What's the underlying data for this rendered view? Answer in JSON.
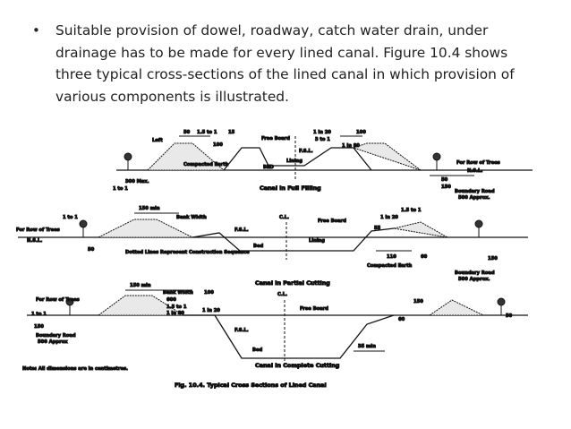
{
  "slide": {
    "bullet_symbol": "•",
    "bullet_text": "Suitable provision of dowel, roadway, catch water drain, under drainage has to be made for every lined canal. Figure 10.4 shows three typical cross-sections of the lined canal in which provision of various components is illustrated."
  },
  "figure": {
    "caption": "Fig. 10.4. Typical Cross Sections of Lined Canal",
    "note": "Note: All dimensions are in centimetres.",
    "section1": {
      "title": "Canal in Full Filling",
      "labels": {
        "left": "Left",
        "dim_50": "50",
        "dim_1_5to1": "1.5 to 1",
        "dim_15": "15",
        "dim_100": "100",
        "free_board": "Free Board",
        "dim_1in20": "1 in 20",
        "dim_3to1": "3 to 1",
        "dim_1in80": "1 in 80",
        "dim_100b": "100",
        "fsl": "F.S.L.",
        "lining": "Lining",
        "compacted_earth": "Compacted Earth",
        "bed": "BED",
        "dim_300max": "300 Max.",
        "dim_1to1": "1 to 1",
        "nsl": "N.S.L.",
        "for_row_of_trees": "For Row of Trees",
        "dim_50b": "50",
        "dim_150": "150",
        "boundary_road": "Boundary Road",
        "dim_500": "500 Approx."
      }
    },
    "section2": {
      "title": "Canal in Partial Cutting",
      "labels": {
        "dim_1to1": "1 to 1",
        "for_row_of_trees": "For Row of Trees",
        "nsl": "N.S.L.",
        "dim_50": "50",
        "dim_150min": "150 min",
        "bank_width": "Bank Width",
        "dotted_lines": "Dotted Lines Represent Construction Sequence",
        "cl": "C.L.",
        "fsl": "F.S.L.",
        "bed": "Bed",
        "free_board": "Free Board",
        "lining": "Lining",
        "dim_1in20": "1 in 20",
        "dim_1_5to1": "1.5 to 1",
        "dim_55": "55",
        "dim_110": "110",
        "dim_60": "60",
        "compacted_earth": "Compacted Earth",
        "dim_150": "150",
        "boundary_road": "Boundary Road",
        "dim_500": "500 Approx."
      }
    },
    "section3": {
      "title": "Canal in Complete Cutting",
      "labels": {
        "for_row_of_trees": "For Row of Trees",
        "dim_150min": "150 min",
        "bank_width": "Bank Width",
        "dim_600": "600",
        "dim_1_5to1": "1.5 to 1",
        "dim_1in80": "1 in 80",
        "dim_1in20": "1 in 20",
        "dim_100": "100",
        "dim_1to1": "1 to 1",
        "dim_150": "150",
        "boundary_road": "Boundary Road",
        "dim_500": "500 Approx",
        "cl": "C.L.",
        "free_board": "Free Board",
        "fsl": "F.S.L.",
        "bed": "Bed",
        "dim_35min": "35 min",
        "dim_60": "60",
        "dim_150b": "150",
        "dim_50": "50"
      }
    }
  }
}
